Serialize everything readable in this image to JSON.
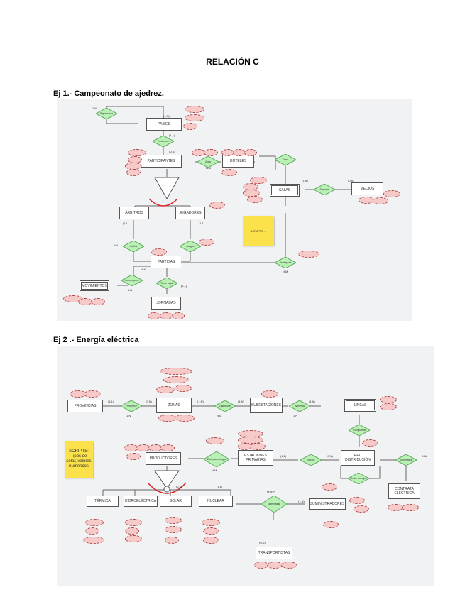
{
  "document": {
    "title": "RELACIÓN C",
    "sections": [
      {
        "heading": "Ej 1.- Campeonato de ajedrez.",
        "entities": [
          "PAÍSES",
          "PARTICIPANTES",
          "HOTELES",
          "SALAS",
          "MEDIOS",
          "ÁRBITROS",
          "JUGADORES",
          "PARTIDAS",
          "MOVIMIENTOS",
          "JORNADAS"
        ],
        "relationships": [
          "Representa",
          "Pertenece",
          "Aloja",
          "Tiene",
          "Dispone",
          "Arbitra",
          "Juegan",
          "Se disputa",
          "Se compone",
          "Tiene lugar"
        ],
        "note": "SCRIPTS: ...",
        "cardinalities": [
          "1:N",
          "(1,N)",
          "(1,1)",
          "(0,N)",
          "N:M",
          "(1,N)",
          "(0,N)",
          "1:N",
          "(1,1)",
          "(1,1)",
          "1:N",
          "(2,2)",
          "(1,1)",
          "N:M"
        ]
      },
      {
        "heading": "Ej 2 .- Energía eléctrica",
        "entities": [
          "PROVINCIAS",
          "ZONAS",
          "SUBESTACIONES",
          "LÍNEAS",
          "PRODUCTORES",
          "ESTACIONES PRIMARIAS",
          "RED DISTRIBUCIÓN",
          "CONTRATA ELÉCTRICA",
          "TÉRMICA",
          "HIDROELÉCTRICA",
          "SOLAR",
          "NUCLEAR",
          "SUMINISTRADORES",
          "TRANSPORTISTAS"
        ],
        "relationships": [
          "Pertenece",
          "Distribuye",
          "Alimenta",
          "Compuesta",
          "Entregar energía",
          "Recibe",
          "Ceder energía",
          "Suministra",
          "Suministrar"
        ],
        "note": "SCRIPTS: Tipos de solar, valores numéricos",
        "cardinalities": [
          "(1,1)",
          "1:N",
          "(0,N)",
          "(1,N)",
          "N:M",
          "(1,N)",
          "1:N",
          "(1,N)",
          "N:M",
          "(1,1)",
          "(0,N)",
          "N:M",
          "(2,4)",
          "(1,1)",
          "M:N:P",
          "(1,N)",
          "(0,N)"
        ]
      }
    ]
  },
  "colors": {
    "entity_fill": "#ffffff",
    "relationship_fill": "#b9f0b4",
    "attribute_fill": "#f7caca",
    "note_fill": "#fbe14a",
    "canvas_fill": "#f1f2f4",
    "specialization_arc": "#d22"
  }
}
